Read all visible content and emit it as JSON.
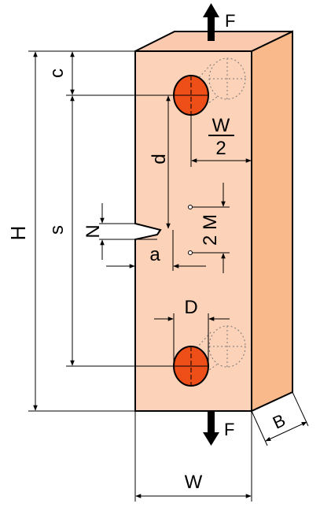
{
  "labels": {
    "force_top": "F",
    "force_bottom": "F",
    "height": "H",
    "hole_offset": "c",
    "hole_spacing": "s",
    "crack_to_hole": "d",
    "notch_height": "N",
    "crack_length": "a",
    "half_width_numerator": "W",
    "half_width_denominator": "2",
    "gauge_span": "2 M",
    "hole_diameter": "D",
    "width": "W",
    "thickness": "B"
  },
  "colors": {
    "specimen_face": "#fcd2b8",
    "specimen_top": "#fbc9ad",
    "specimen_side": "#f9b98a",
    "hole_fill": "#ee4f18",
    "outline": "#000000"
  },
  "icons": {
    "force_arrow_up": "arrow-up-icon",
    "force_arrow_down": "arrow-down-icon"
  }
}
